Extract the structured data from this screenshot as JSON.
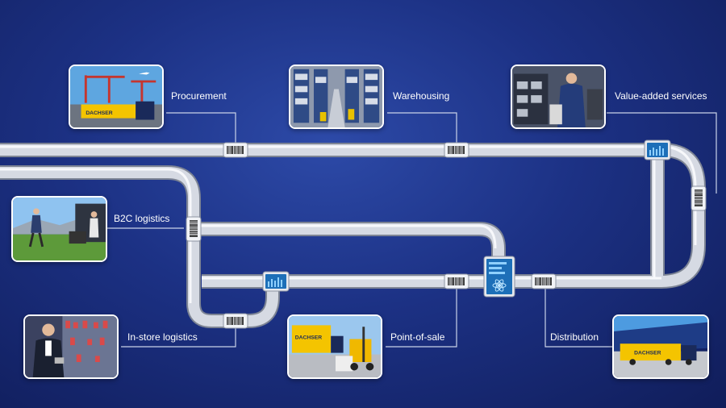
{
  "colors": {
    "background": "#1c3184",
    "pipe": "#d9dde6",
    "screen": "#1d6fb8",
    "label": "#ffffff"
  },
  "stages": {
    "procurement": "Procurement",
    "warehousing": "Warehousing",
    "value_added": "Value-added services",
    "b2c": "B2C logistics",
    "in_store": "In-store logistics",
    "point_of_sale": "Point-of-sale",
    "distribution": "Distribution"
  },
  "photo_text": {
    "procurement_truck": "DACHSER",
    "pos_truck": "DACHSER",
    "distribution_truck": "DACHSER"
  },
  "icons": {
    "barcode": "barcode-icon",
    "screen": "data-screen-icon",
    "hub": "atom-icon"
  }
}
